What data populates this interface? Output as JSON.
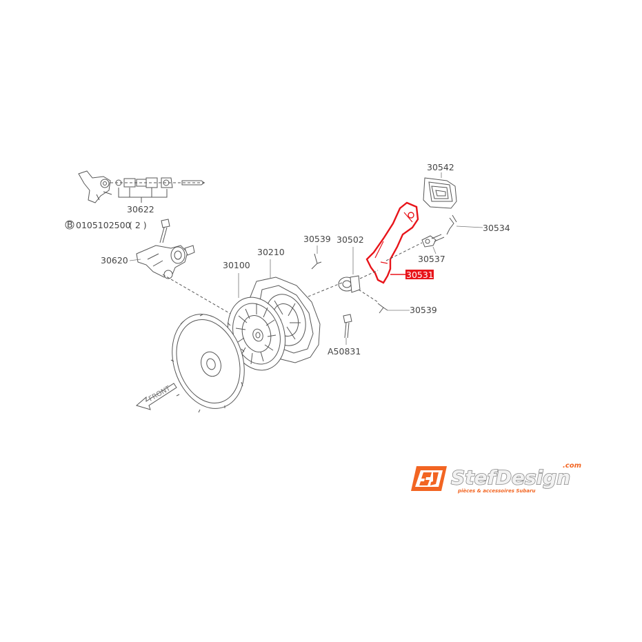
{
  "diagram": {
    "part_labels": {
      "p30542": "30542",
      "p30622": "30622",
      "p30534": "30534",
      "p0105": "0105102500",
      "p0105_qty": "( 2 )",
      "p0105_marker": "B",
      "p30539_top": "30539",
      "p30502": "30502",
      "p30537": "30537",
      "p30620": "30620",
      "p30210": "30210",
      "p30531": "30531",
      "p30100": "30100",
      "p30539_bottom": "30539",
      "pA50831": "A50831"
    },
    "direction_label": "FRONT",
    "highlighted_part": "30531",
    "highlight_color": "#e8141a"
  },
  "logo": {
    "mark": "SJ",
    "brand": "StefDesign",
    "domain": ".com",
    "tagline": "pièces & accessoires Subaru",
    "accent_color": "#f26522"
  }
}
